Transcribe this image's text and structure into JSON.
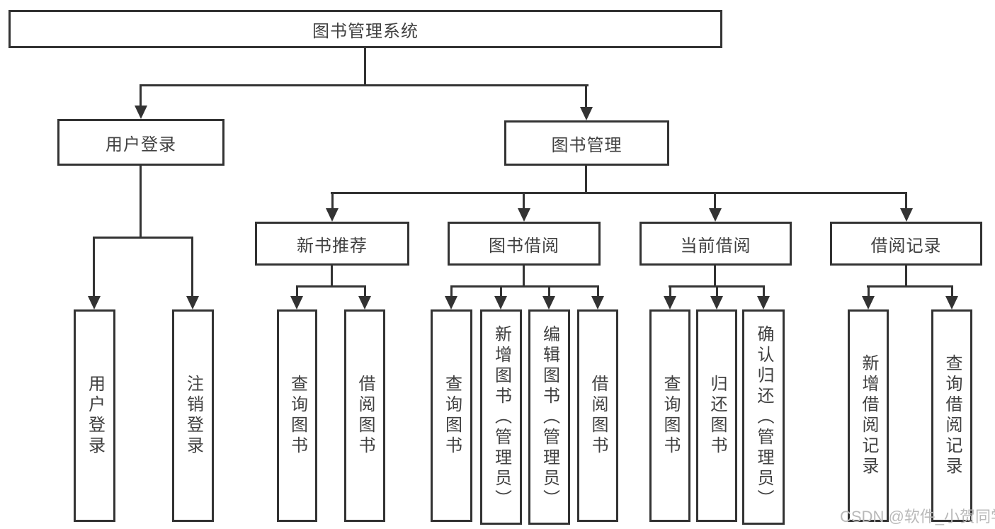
{
  "nodes": {
    "root": "图书管理系统",
    "user_login": "用户登录",
    "book_mgmt": "图书管理",
    "recommend": "新书推荐",
    "borrow": "图书借阅",
    "current": "当前借阅",
    "records": "借阅记录",
    "user_login_children": [
      "用户登录",
      "注销登录"
    ],
    "recommend_children": [
      "查询图书",
      "借阅图书"
    ],
    "borrow_children": [
      "查询图书",
      "新增图书（管理员）",
      "编辑图书（管理员）",
      "借阅图书"
    ],
    "current_children": [
      "查询图书",
      "归还图书",
      "确认归还（管理员）"
    ],
    "records_children": [
      "新增借阅记录",
      "查询借阅记录"
    ]
  },
  "watermark": {
    "text": "CSDN @软件_小贺同学"
  },
  "colors": {
    "line": "#333333",
    "text": "#404040",
    "watermark": "#b9b9b9",
    "background": "#ffffff"
  }
}
